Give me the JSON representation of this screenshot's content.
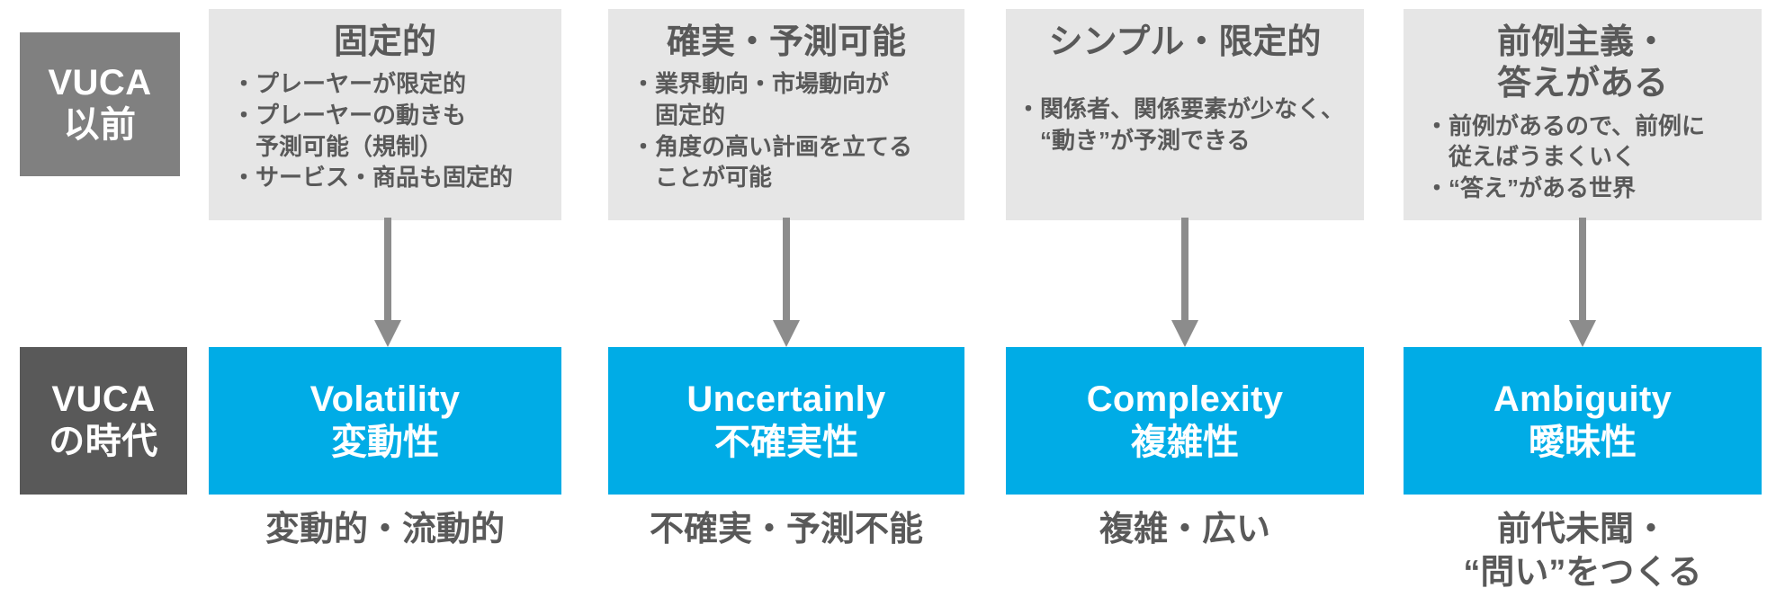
{
  "colors": {
    "card_bg": "#e6e6e6",
    "vuca_blue": "#00ace6",
    "era_before_bg": "#808080",
    "era_now_bg": "#595959",
    "arrow": "#8c8c8c",
    "text_dark": "#595959",
    "text_light": "#ffffff"
  },
  "eras": {
    "before": {
      "line1": "VUCA",
      "line2": "以前"
    },
    "now": {
      "line1": "VUCA",
      "line2": "の時代"
    }
  },
  "columns": [
    {
      "id": "volatility",
      "before_title": "固定的",
      "before_bullets": "・プレーヤーが限定的\n・プレーヤーの動きも\n　予測可能（規制）\n・サービス・商品も固定的",
      "vuca_en": "Volatility",
      "vuca_ja": "変動性",
      "caption": "変動的・流動的"
    },
    {
      "id": "uncertainty",
      "before_title": "確実・予測可能",
      "before_bullets": "・業界動向・市場動向が\n　固定的\n・角度の高い計画を立てる\n　ことが可能",
      "vuca_en": "Uncertainly",
      "vuca_ja": "不確実性",
      "caption": "不確実・予測不能"
    },
    {
      "id": "complexity",
      "before_title": "シンプル・限定的",
      "before_bullets": "・関係者、関係要素が少なく、\n　“動き”が予測できる",
      "vuca_en": "Complexity",
      "vuca_ja": "複雑性",
      "caption": "複雑・広い"
    },
    {
      "id": "ambiguity",
      "before_title": "前例主義・\n答えがある",
      "before_bullets": "・前例があるので、前例に\n　従えばうまくいく\n・“答え”がある世界",
      "vuca_en": "Ambiguity",
      "vuca_ja": "曖昧性",
      "caption": "前代未聞・\n“問い”をつくる"
    }
  ],
  "arrows": {
    "direction": "down",
    "count": 4
  }
}
